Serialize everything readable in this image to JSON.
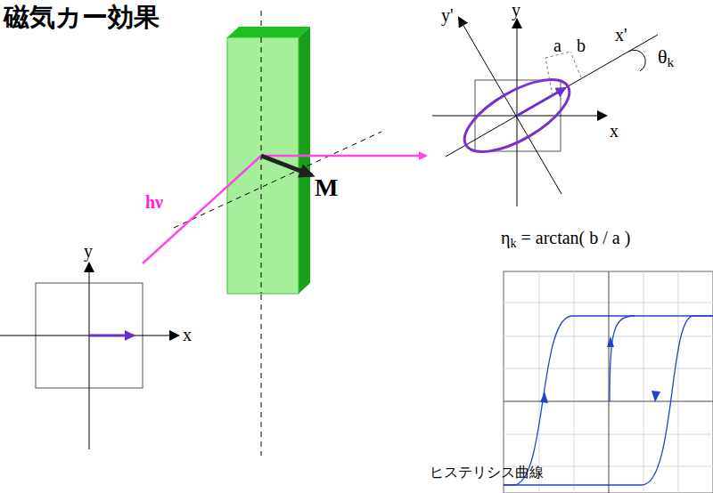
{
  "diagram": {
    "title": "磁気カー効果",
    "labels": [
      "hν",
      "M",
      "y'",
      "y",
      "a",
      "b",
      "x'",
      "θk",
      "x",
      "ηk = arctan( b / a )",
      "y",
      "x",
      "ヒステリシス曲線"
    ]
  }
}
